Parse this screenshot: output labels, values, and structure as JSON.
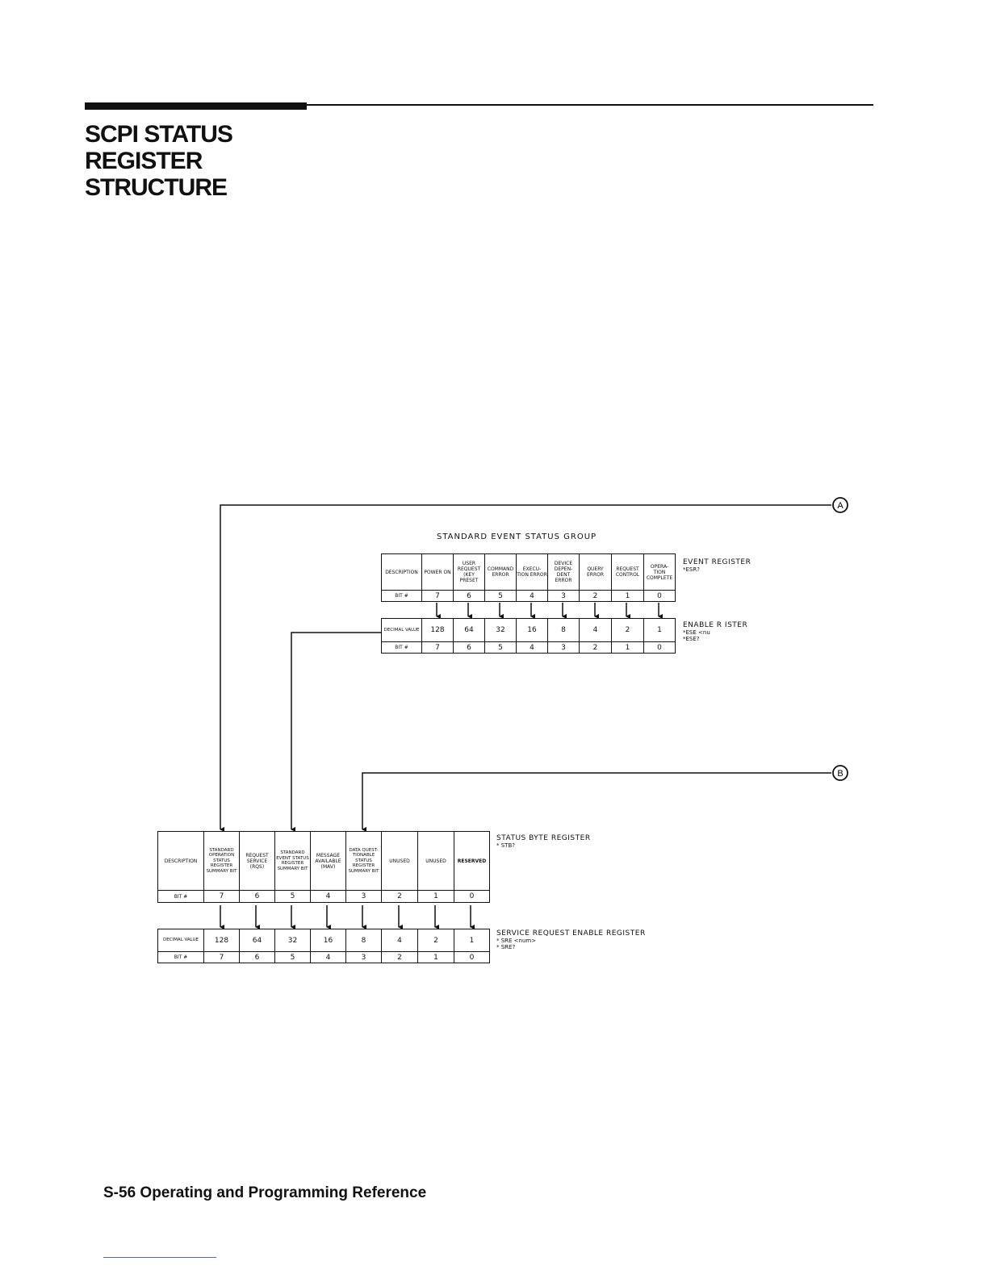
{
  "page": {
    "title_lines": [
      "SCPI STATUS",
      "REGISTER",
      "STRUCTURE"
    ],
    "footer": "S-56   Operating and Programming Reference"
  },
  "connectors": {
    "a": "A",
    "b": "B"
  },
  "standard_event": {
    "group_title": "STANDARD  EVENT  STATUS  GROUP",
    "event_register": {
      "description_label": "DESCRIPTION",
      "bit_label": "BIT  #",
      "cells": [
        "POWER ON",
        "USER REQUEST (KEY PRESET",
        "COMMAND ERROR",
        "EXECU- TION ERROR",
        "DEVICE DEPEN- DENT ERROR",
        "QUERY ERROR",
        "REQUEST CONTROL",
        "OPERA- TION COMPLETE"
      ],
      "bits": [
        "7",
        "6",
        "5",
        "4",
        "3",
        "2",
        "1",
        "0"
      ],
      "side_label": "EVENT  REGISTER",
      "side_cmd": "*ESR?"
    },
    "enable_register": {
      "value_label": "DECIMAL VALUE",
      "bit_label": "BIT  #",
      "values": [
        "128",
        "64",
        "32",
        "16",
        "8",
        "4",
        "2",
        "1"
      ],
      "bits": [
        "7",
        "6",
        "5",
        "4",
        "3",
        "2",
        "1",
        "0"
      ],
      "side_label": "ENABLE  R   ISTER",
      "side_cmd1": "*ESE  <nu",
      "side_cmd2": "*ESE?"
    }
  },
  "status_byte": {
    "description_label": "DESCRIPTION",
    "bit_label": "BIT  #",
    "cells": [
      "STANDARD OPERATION STATUS REGISTER SUMMARY BIT",
      "REQUEST SERVICE (RQS)",
      "STANDARD EVENT STATUS REGISTER SUMMARY BIT",
      "MESSAGE AVAILABLE (MAV)",
      "DATA QUEST- TIONABLE STATUS REGISTER SUMMARY BIT",
      "UNUSED",
      "UNUSED",
      "RESERVED"
    ],
    "bits": [
      "7",
      "6",
      "5",
      "4",
      "3",
      "2",
      "1",
      "0"
    ],
    "side_label": "STATUS  BYTE  REGISTER",
    "side_cmd": "* STB?"
  },
  "service_request_enable": {
    "value_label": "DECIMAL VALUE",
    "bit_label": "BIT  #",
    "values": [
      "128",
      "64",
      "32",
      "16",
      "8",
      "4",
      "2",
      "1"
    ],
    "bits": [
      "7",
      "6",
      "5",
      "4",
      "3",
      "2",
      "1",
      "0"
    ],
    "side_label": "SERVICE  REQUEST  ENABLE  REGISTER",
    "side_cmd1": "* SRE  <num>",
    "side_cmd2": "* SRE?"
  }
}
